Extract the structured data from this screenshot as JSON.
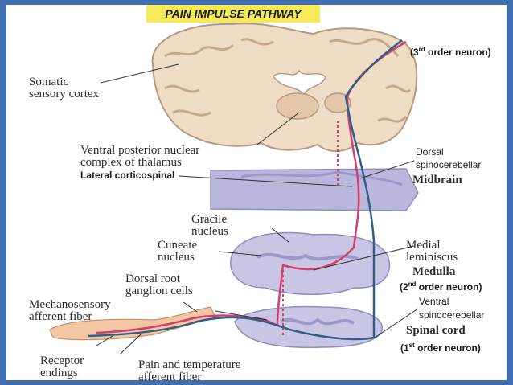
{
  "title": "PAIN IMPULSE PATHWAY",
  "labels": {
    "somatic_1": "Somatic",
    "somatic_2": "sensory cortex",
    "vpn_1": "Ventral posterior nuclear",
    "vpn_2": "complex of thalamus",
    "lateral_corticospinal": "Lateral corticospinal",
    "gracile_1": "Gracile",
    "gracile_2": "nucleus",
    "cuneate_1": "Cuneate",
    "cuneate_2": "nucleus",
    "drg_1": "Dorsal root",
    "drg_2": "ganglion cells",
    "mech_1": "Mechanosensory",
    "mech_2": "afferent fiber",
    "receptor_1": "Receptor",
    "receptor_2": "endings",
    "pain_1": "Pain and temperature",
    "pain_2": "afferent fiber",
    "dorsal_sc_1": "Dorsal",
    "dorsal_sc_2": "spinocerebellar",
    "midbrain": "Midbrain",
    "medial_1": "Medial",
    "medial_2": "leminiscus",
    "medulla": "Medulla",
    "ventral_sc_1": "Ventral",
    "ventral_sc_2": "spinocerebellar",
    "spinal_cord": "Spinal cord"
  },
  "neurons": {
    "third": {
      "open": "(3",
      "sup": "rd",
      "rest": " order neuron)"
    },
    "second": {
      "open": "(2",
      "sup": "nd",
      "rest": " order neuron)"
    },
    "first": {
      "open": "(1",
      "sup": "st",
      "rest": " order neuron)"
    }
  },
  "colors": {
    "frame": "#3f6fb2",
    "title_bg": "#f5e85a",
    "brain_tissue": "#eedcc5",
    "brain_outline": "#b59a80",
    "section": "#b9b7dc",
    "pathway_pink": "#d43f6e",
    "pathway_blue": "#2f5f86"
  }
}
